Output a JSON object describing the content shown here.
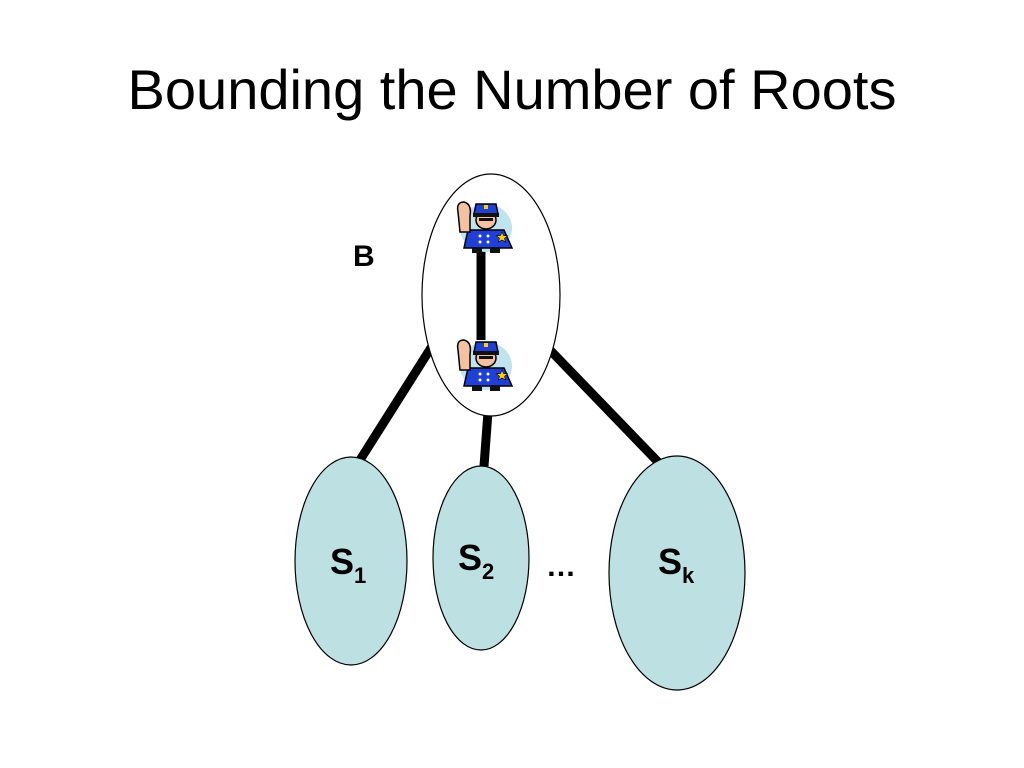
{
  "title": "Bounding the Number of Roots",
  "diagram": {
    "b_label": "B",
    "ellipsis": "…",
    "subtrees": [
      {
        "base": "S",
        "sub": "1"
      },
      {
        "base": "S",
        "sub": "2"
      },
      {
        "base": "S",
        "sub": "k"
      }
    ],
    "guard_icons": [
      "police-officer-icon",
      "police-officer-icon"
    ],
    "colors": {
      "subtree_fill": "#bde0e3",
      "edge": "#000000",
      "uniform": "#1f3fd6"
    }
  }
}
